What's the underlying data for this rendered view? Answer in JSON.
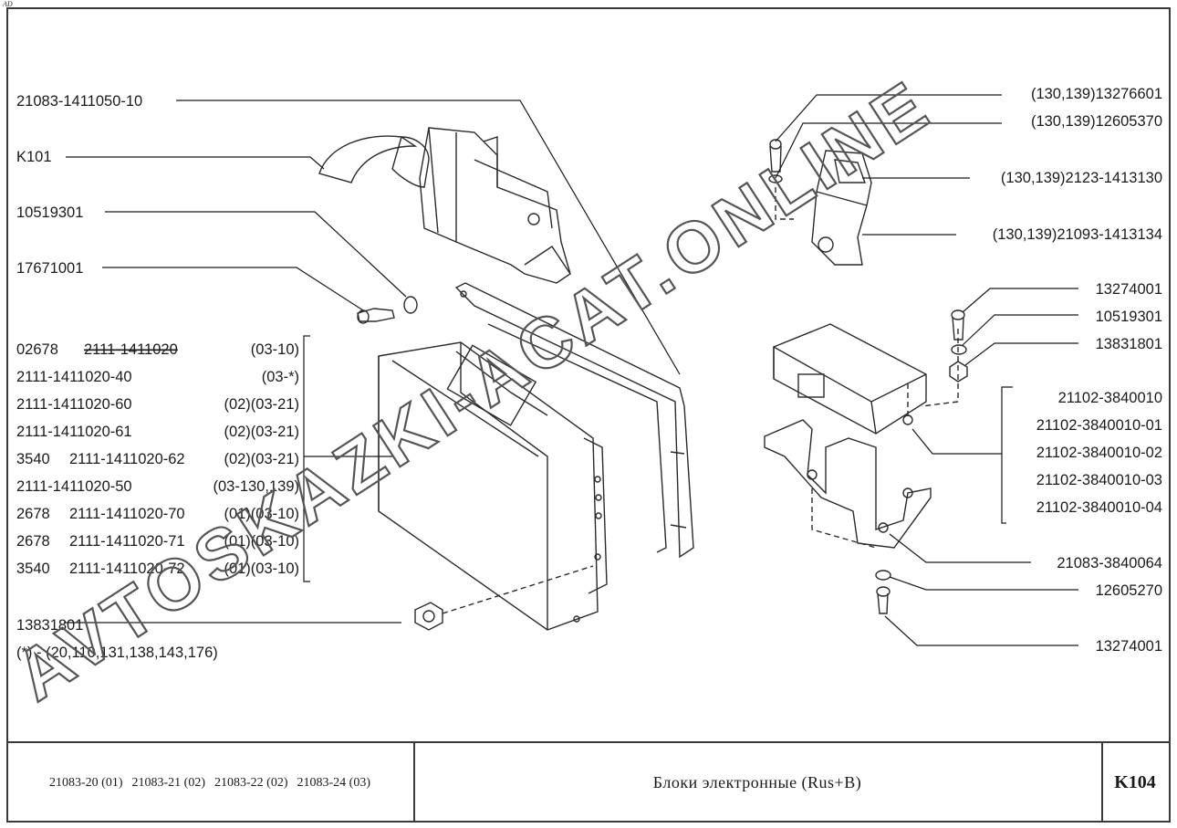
{
  "corner_mark": "AD",
  "watermark": "AVTOSKAZKI-ACAT.ONLINE",
  "left_labels": {
    "top": [
      "21083-1411050-10",
      "K101",
      "10519301",
      "17671001"
    ],
    "group_rows": [
      {
        "prefix": "02678",
        "code": "2111-1411020",
        "note": "(03-10)",
        "strike": true
      },
      {
        "prefix": "",
        "code": "2111-1411020-40",
        "note": "(03-*)"
      },
      {
        "prefix": "",
        "code": "2111-1411020-60",
        "note": "(02)(03-21)"
      },
      {
        "prefix": "",
        "code": "2111-1411020-61",
        "note": "(02)(03-21)"
      },
      {
        "prefix": "3540",
        "code": "2111-1411020-62",
        "note": "(02)(03-21)"
      },
      {
        "prefix": "",
        "code": "2111-1411020-50",
        "note": "(03-130,139)"
      },
      {
        "prefix": "2678",
        "code": "2111-1411020-70",
        "note": "(01)(03-10)"
      },
      {
        "prefix": "2678",
        "code": "2111-1411020-71",
        "note": "(01)(03-10)"
      },
      {
        "prefix": "3540",
        "code": "2111-1411020-72",
        "note": "(01)(03-10)"
      }
    ],
    "bottom": [
      "13831801",
      "(*) - (20,110,131,138,143,176)"
    ]
  },
  "right_labels": {
    "top": [
      "(130,139)13276601",
      "(130,139)12605370",
      "(130,139)2123-1413130",
      "(130,139)21093-1413134"
    ],
    "mid": [
      "13274001",
      "10519301",
      "13831801"
    ],
    "group_rows": [
      "21102-3840010",
      "21102-3840010-01",
      "21102-3840010-02",
      "21102-3840010-03",
      "21102-3840010-04"
    ],
    "bottom": [
      "21083-3840064",
      "12605270",
      "13274001"
    ]
  },
  "title_block": {
    "models": [
      "21083-20 (01)",
      "21083-21 (02)",
      "21083-22 (02)",
      "21083-24 (03)"
    ],
    "title": "Блоки электронные (Rus+B)",
    "code": "K104"
  }
}
